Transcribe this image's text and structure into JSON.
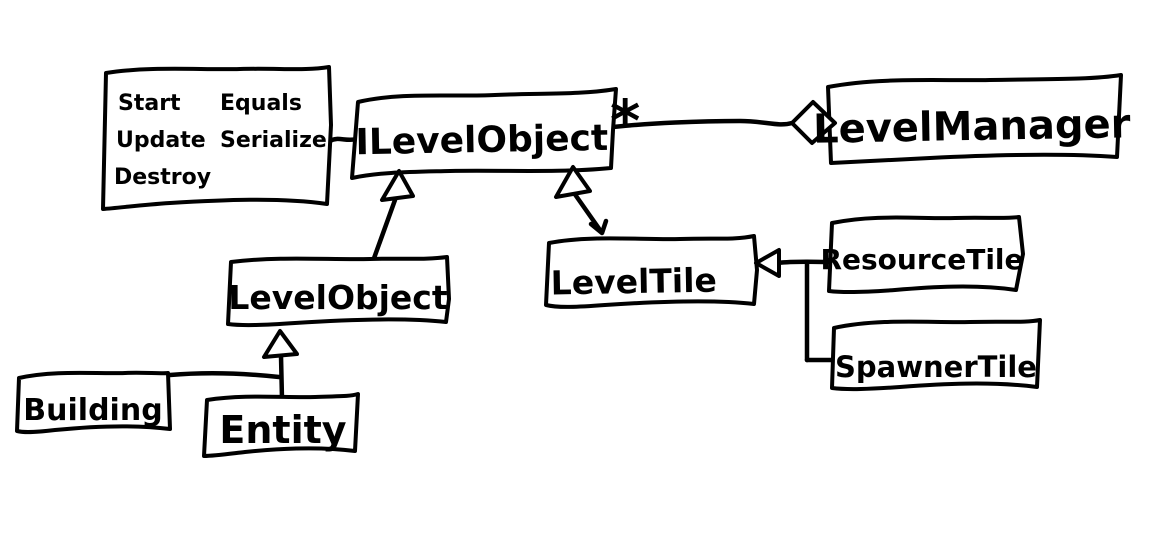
{
  "diagram": {
    "type": "uml-class-diagram-handdrawn",
    "colors": {
      "ink": "#000000",
      "background": "#ffffff"
    },
    "note_box": {
      "rows": [
        {
          "col1": "Start",
          "col2": "Equals"
        },
        {
          "col1": "Update",
          "col2": "Serialize"
        },
        {
          "col1": "Destroy",
          "col2": ""
        }
      ]
    },
    "classes": {
      "interface": "ILevelObject",
      "manager": "LevelManager",
      "level_object": "LevelObject",
      "level_tile": "LevelTile",
      "resource_tile": "ResourceTile",
      "spawner_tile": "SpawnerTile",
      "building": "Building",
      "entity": "Entity"
    },
    "relations": {
      "aggregation": {
        "from": "ILevelObject",
        "to": "LevelManager",
        "multiplicity": "*"
      },
      "inheritance": [
        {
          "child": "LevelObject",
          "parent": "ILevelObject"
        },
        {
          "child": "LevelTile",
          "parent": "ILevelObject"
        },
        {
          "child": "Building",
          "parent": "LevelObject"
        },
        {
          "child": "Entity",
          "parent": "LevelObject"
        },
        {
          "child": "ResourceTile",
          "parent": "LevelTile"
        },
        {
          "child": "SpawnerTile",
          "parent": "LevelTile"
        }
      ]
    }
  }
}
